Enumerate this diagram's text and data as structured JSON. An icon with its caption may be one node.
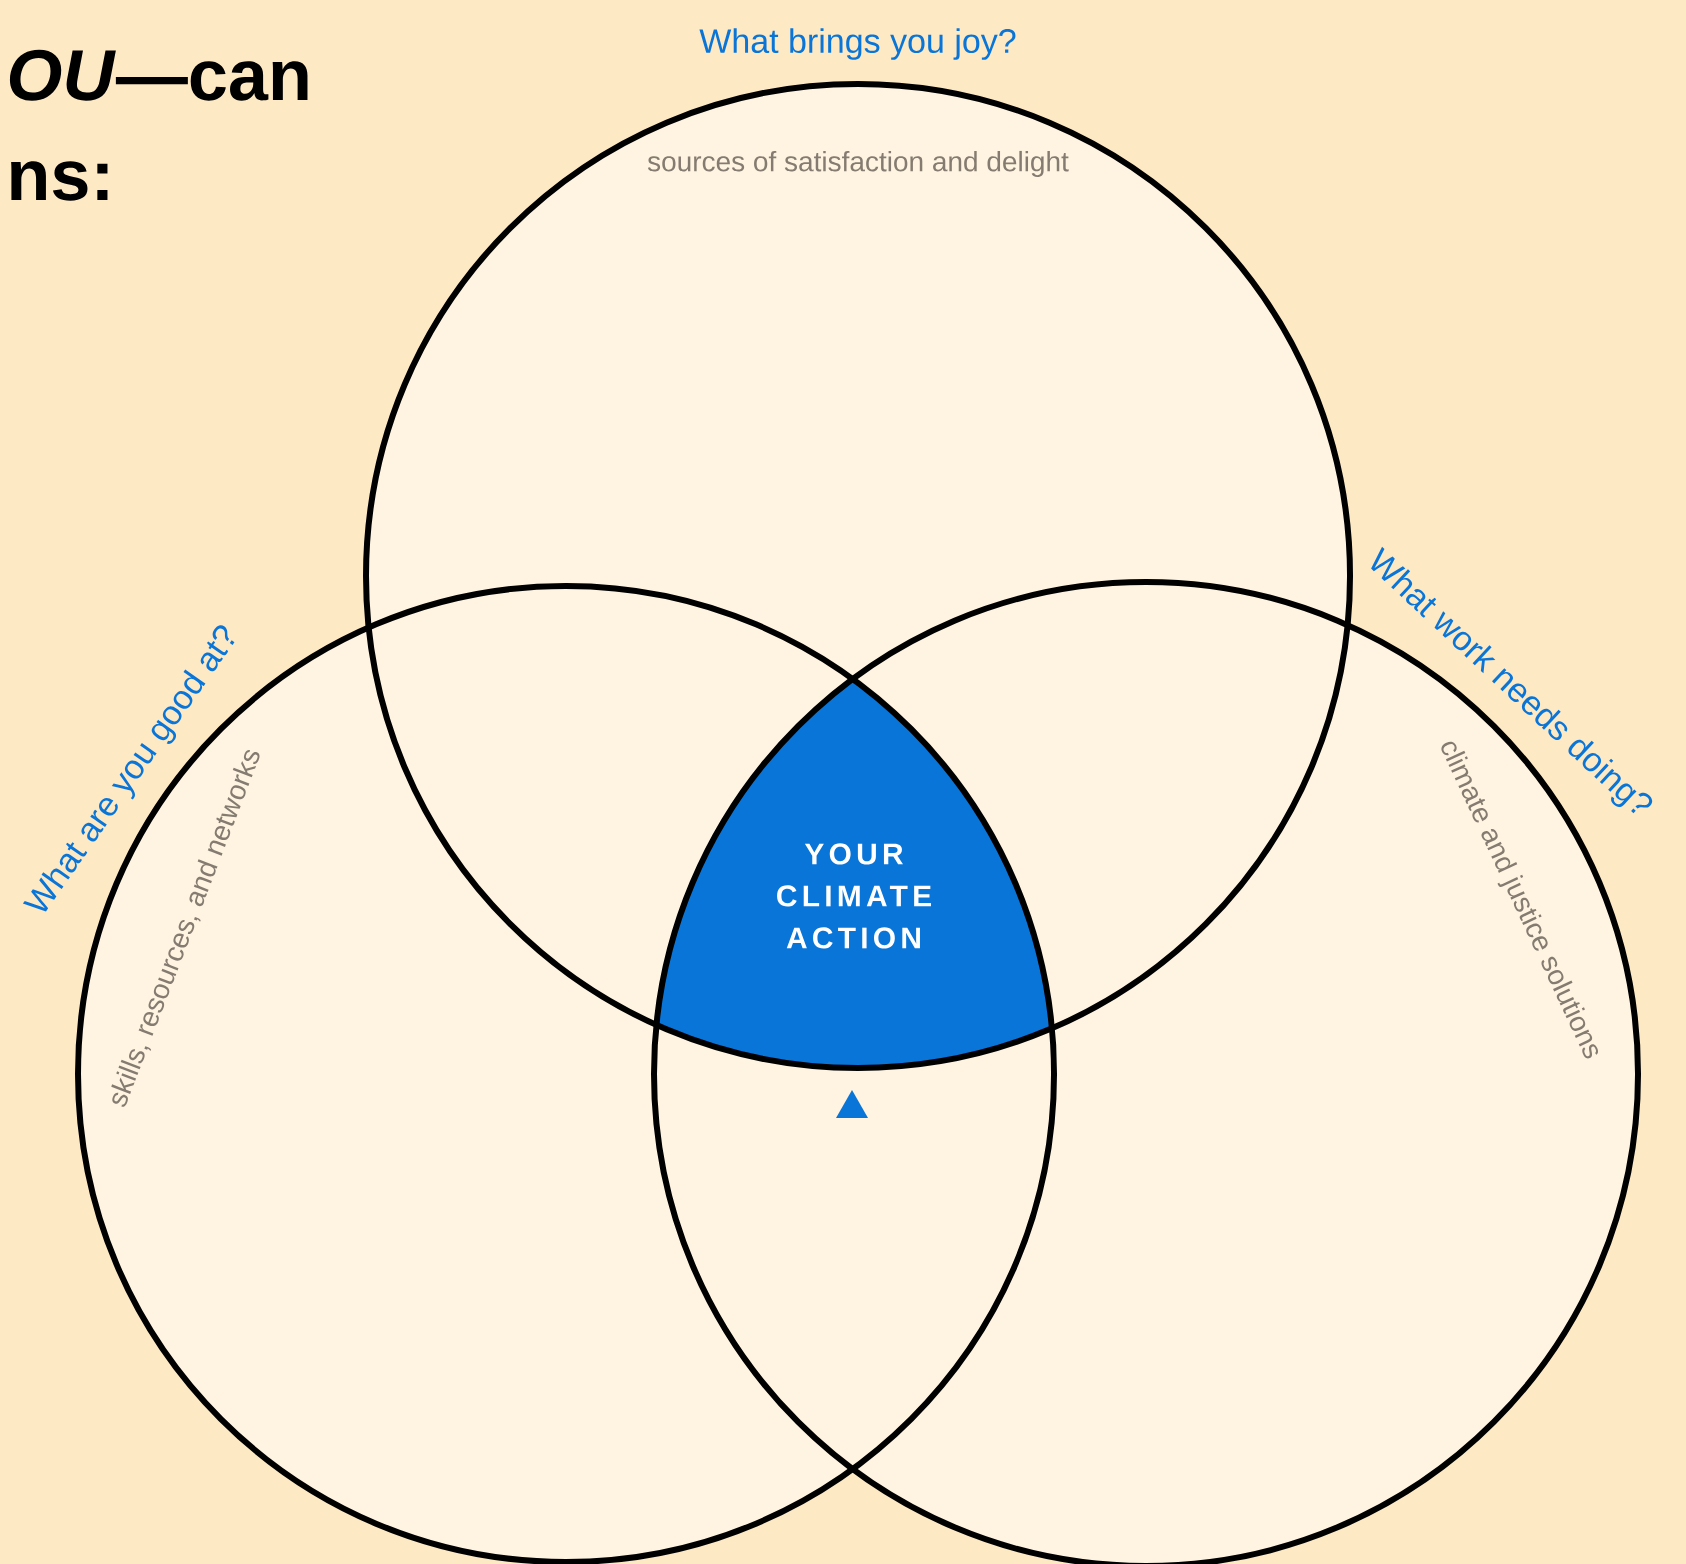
{
  "diagram": {
    "nodes": [
      {
        "text": [
          "What brings you joy?",
          "sources of satisfaction and delight"
        ]
      },
      {
        "text": [
          "What are you good at?",
          "skills, resources, and networks"
        ]
      },
      {
        "text": [
          "What work needs doing?",
          "climate and justice solutions"
        ]
      },
      {
        "text": [
          "YOUR CLIMATE ACTION"
        ]
      }
    ],
    "labels": [
      "*OU*—can",
      "ns:"
    ]
  }
}
